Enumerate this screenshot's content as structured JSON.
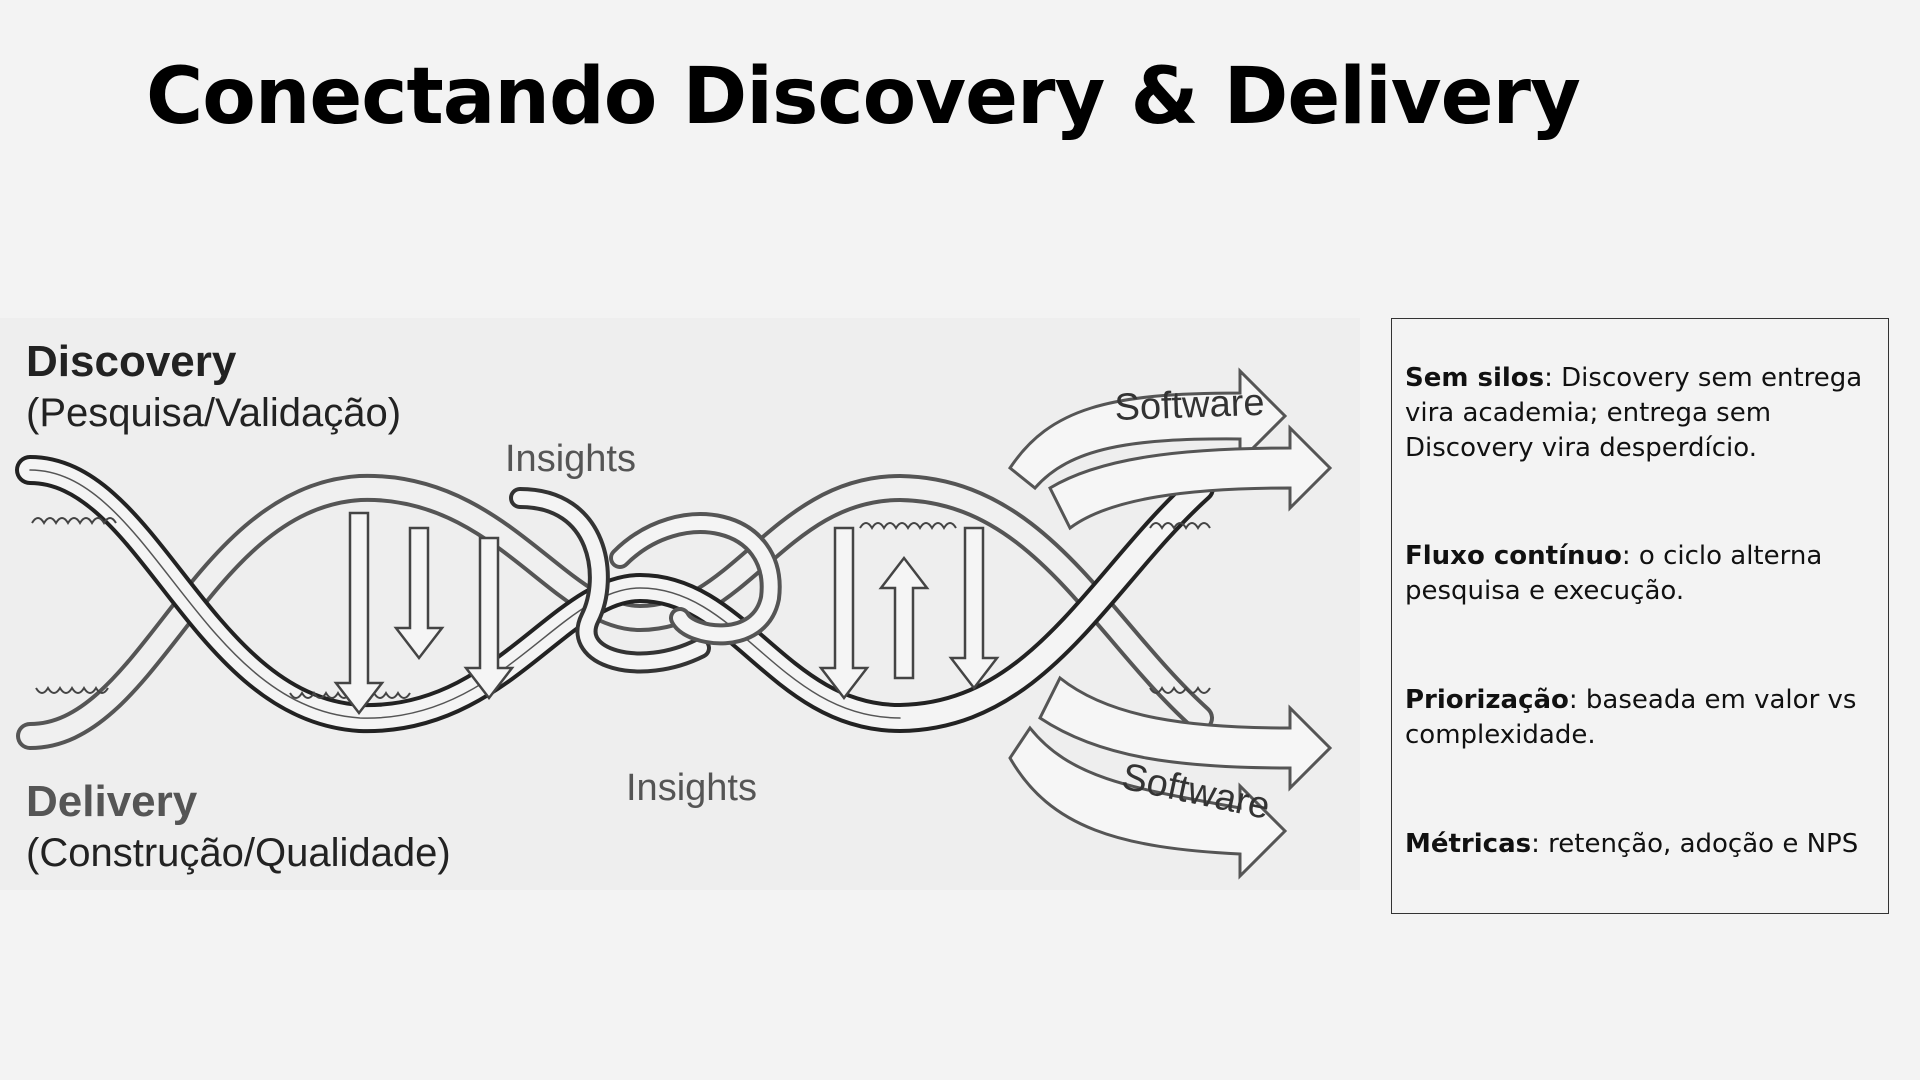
{
  "slide": {
    "title": "Conectando Discovery & Delivery"
  },
  "diagram": {
    "discovery_title": "Discovery",
    "discovery_subtitle": "(Pesquisa/Validação)",
    "delivery_title": "Delivery",
    "delivery_subtitle": "(Construção/Qualidade)",
    "insights_top": "Insights",
    "insights_bottom": "Insights",
    "software_top": "Software",
    "software_bottom": "Software"
  },
  "panel": {
    "items": [
      {
        "term": "Sem silos",
        "text": ": Discovery sem entrega vira academia; entrega sem Discovery vira desperdício."
      },
      {
        "term": "Fluxo contínuo",
        "text": ": o ciclo alterna pesquisa e execução."
      },
      {
        "term": "Priorização",
        "text": ": baseada em valor vs complexidade."
      },
      {
        "term": "Métricas",
        "text": ": retenção, adoção e NPS"
      }
    ]
  }
}
